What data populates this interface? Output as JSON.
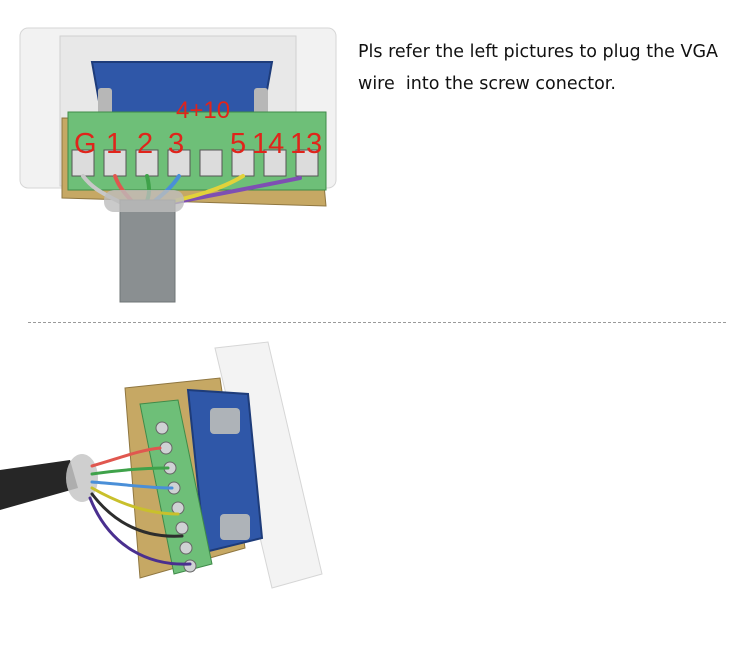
{
  "instructions": {
    "line1": "Pls refer the left pictures to plug the VGA",
    "line2": "wire  into the screw conector."
  },
  "top_photo": {
    "pin_labels": [
      "G",
      "1",
      "2",
      "3",
      "5",
      "14",
      "13"
    ],
    "bridge_label": "4+10",
    "wire_colors": [
      "#c8c8c8",
      "#e0574f",
      "#3fa24a",
      "#4a8fd8",
      "#7e4fb3",
      "#e2d23a"
    ]
  },
  "bottom_photo": {
    "wire_colors": [
      "#e0574f",
      "#3fa24a",
      "#4a8fd8",
      "#c9c02c",
      "#2d2d2d",
      "#4a2f8f"
    ]
  }
}
